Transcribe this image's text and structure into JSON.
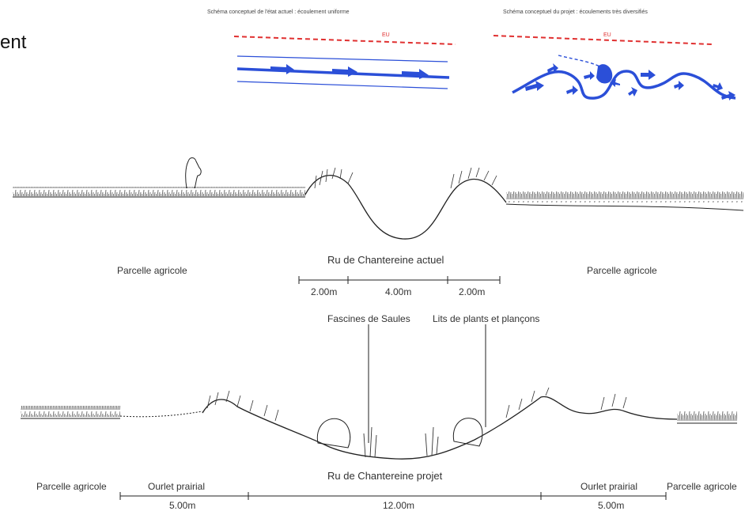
{
  "corner_text": "ent",
  "schemas": {
    "current": {
      "caption": "Schéma conceptuel de l'état actuel : écoulement uniforme",
      "eu_label": "EU"
    },
    "project": {
      "caption": "Schéma conceptuel du projet : écoulements très diversifiés",
      "eu_label": "EU"
    }
  },
  "section_current": {
    "left_label": "Parcelle agricole",
    "right_label": "Parcelle agricole",
    "channel_label": "Ru de Chantereine actuel",
    "dims": [
      "2.00m",
      "4.00m",
      "2.00m"
    ]
  },
  "section_project": {
    "callout_left": "Fascines de Saules",
    "callout_right": "Lits de plants et plançons",
    "channel_label": "Ru de Chantereine projet",
    "left_label": "Parcelle agricole",
    "left_buffer": "Ourlet prairial",
    "right_buffer": "Ourlet prairial",
    "right_label": "Parcelle agricole",
    "dims": [
      "5.00m",
      "12.00m",
      "5.00m"
    ]
  },
  "colors": {
    "eu_line": "#e03030",
    "flow": "#2b4fd8",
    "ink": "#222222"
  }
}
